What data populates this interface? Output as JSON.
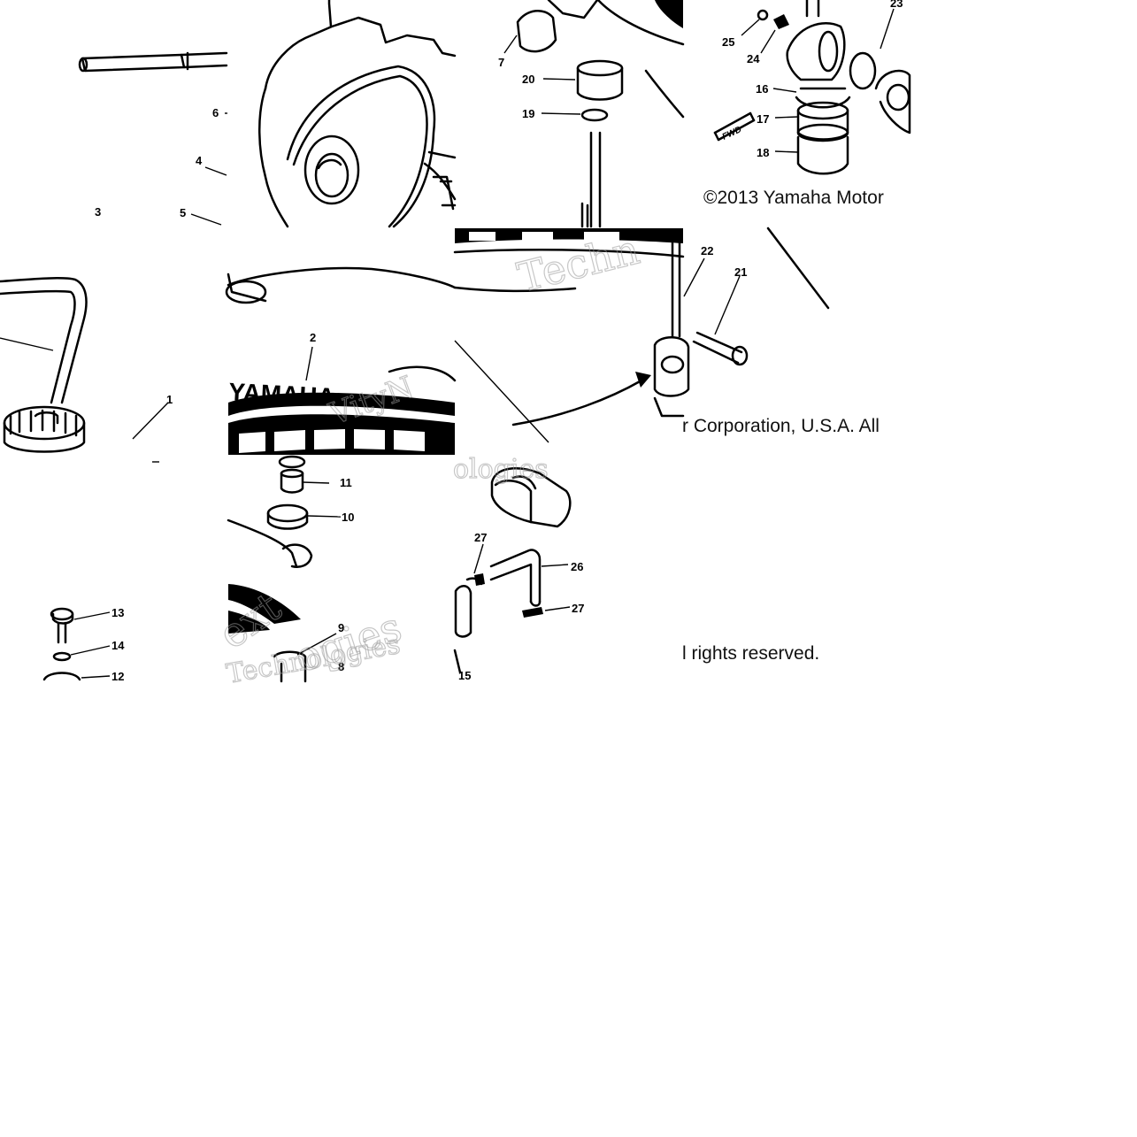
{
  "brand_text": "YAMAHA",
  "copyright_segments": [
    "©2013 Yamaha Motor",
    "r Corporation, U.S.A. All",
    "l rights reserved."
  ],
  "watermark_segments": [
    "Techn",
    "VityN",
    "ologies",
    "ext",
    "ogies",
    "Technologies"
  ],
  "callouts": [
    "1",
    "2",
    "3",
    "4",
    "5",
    "6",
    "7",
    "8",
    "9",
    "10",
    "11",
    "12",
    "13",
    "14",
    "15",
    "16",
    "17",
    "18",
    "19",
    "20",
    "21",
    "22",
    "23",
    "24",
    "25",
    "26",
    "27",
    "27"
  ],
  "fwd_label": "FWD",
  "colors": {
    "ink": "#000000",
    "background": "#ffffff",
    "watermark": "#9a9a9a"
  }
}
